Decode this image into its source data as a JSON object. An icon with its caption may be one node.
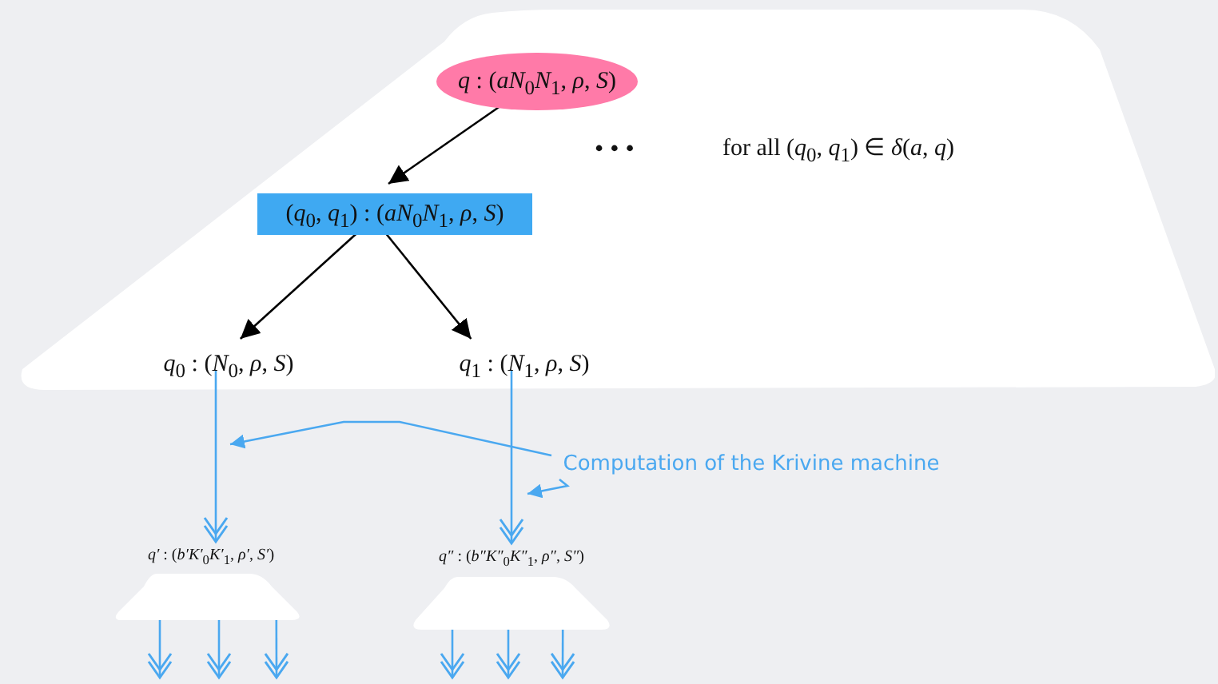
{
  "diagram": {
    "nodes": [
      {
        "text": [],
        "shape": "trapezoid"
      },
      {
        "text": [
          "*q* : (*aN*$_{0}$*N*$_{1}$, *ρ*, *S*)"
        ],
        "in": 0
      },
      {
        "text": [
          "(*q*$_{0}$, *q*$_{1}$) : (*aN*$_{0}$*N*$_{1}$, *ρ*, *S*)"
        ],
        "in": 0
      },
      {
        "text": [
          "*q*$_{0}$ : (*N*$_{0}$, *ρ*, *S*)"
        ],
        "in": 0
      },
      {
        "text": [
          "*q*$_{1}$ : (*N*$_{1}$, *ρ*, *S*)"
        ],
        "in": 0
      },
      {
        "text": [
          "Computation of the Krivine machine"
        ]
      },
      {
        "text": [
          "*q′* : (*b′K′*$_{0}$*K′*$_{1}$, *ρ′*, *S′*)"
        ]
      },
      {
        "text": [
          "*q″* : (*b″K″*$_{0}$*K″*$_{1}$, *ρ″*, *S″*)"
        ]
      }
    ],
    "edges": [
      {
        "from": 1,
        "to": 2,
        "arrow": "to",
        "color": "#000000"
      },
      {
        "from": 2,
        "to": 3,
        "arrow": "to",
        "color": "#000000"
      },
      {
        "from": 2,
        "to": 4,
        "arrow": "to",
        "color": "#000000"
      },
      {
        "from": 3,
        "to": 6,
        "arrow": "to"
      },
      {
        "from": 4,
        "to": 7,
        "arrow": "to"
      },
      {
        "from": 5,
        "to": null,
        "arrow": "to"
      },
      {
        "from": 5,
        "to": null,
        "arrow": "to"
      },
      {
        "from": 6,
        "to": null,
        "arrow": "to"
      },
      {
        "from": 6,
        "to": null,
        "arrow": "to"
      },
      {
        "from": 6,
        "to": null,
        "arrow": "to"
      },
      {
        "from": 7,
        "to": null,
        "arrow": "to"
      },
      {
        "from": 7,
        "to": null,
        "arrow": "to"
      },
      {
        "from": 7,
        "to": null,
        "arrow": "to"
      }
    ],
    "labels": [
      "• • •",
      "for all (*q*$_{0}$, *q*$_{1}$) ∈ *δ*(*a*, *q*)"
    ]
  }
}
